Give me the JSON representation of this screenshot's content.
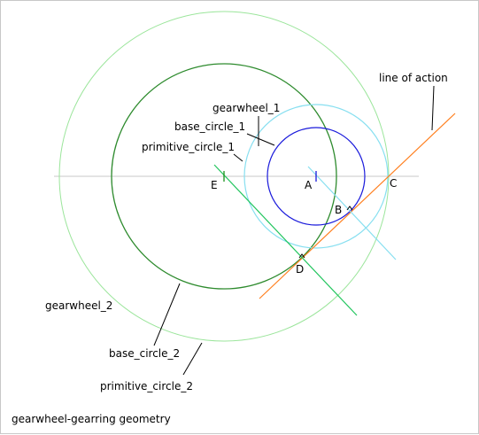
{
  "caption": "gearwheel-gearring geometry",
  "labels": {
    "gearwheel_1": "gearwheel_1",
    "base_circle_1": "base_circle_1",
    "primitive_circle_1": "primitive_circle_1",
    "gearwheel_2": "gearwheel_2",
    "base_circle_2": "base_circle_2",
    "primitive_circle_2": "primitive_circle_2",
    "line_of_action": "line of action"
  },
  "points": {
    "A": "A",
    "B": "B",
    "C": "C",
    "D": "D",
    "E": "E"
  },
  "colors": {
    "gearwheel_2_outline": "#9be59b",
    "base_circle_2": "#2e8b2e",
    "primitive_circle_1": "#87dff0",
    "base_circle_1": "#1a1adb",
    "line_of_action": "#ff7f1e",
    "green_line": "#22c55e",
    "cyan_line": "#87dff0",
    "axis": "#c8c8c8",
    "leader": "#000000",
    "marker_e": "#1a8f1a",
    "marker_a": "#1a1adb"
  }
}
